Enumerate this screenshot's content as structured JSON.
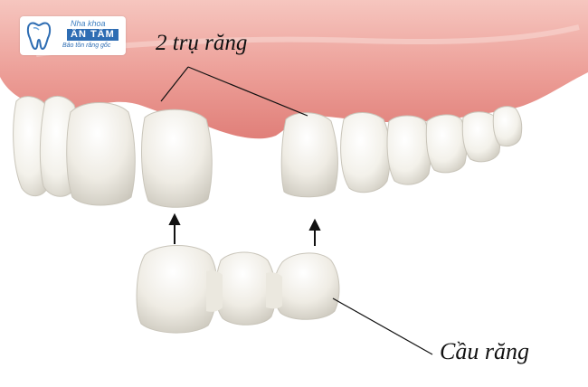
{
  "logo": {
    "small_text": "Nha khoa",
    "name": "ÂN TÂM",
    "slogan": "Bảo tồn răng gốc",
    "brand_color": "#2e6db3"
  },
  "labels": {
    "abutments": "2 trụ răng",
    "bridge": "Cầu răng"
  },
  "colors": {
    "gum": "#e8928c",
    "gum_light": "#f3b4ac",
    "tooth": "#f7f5ee",
    "tooth_shade": "#d9d6cc"
  }
}
